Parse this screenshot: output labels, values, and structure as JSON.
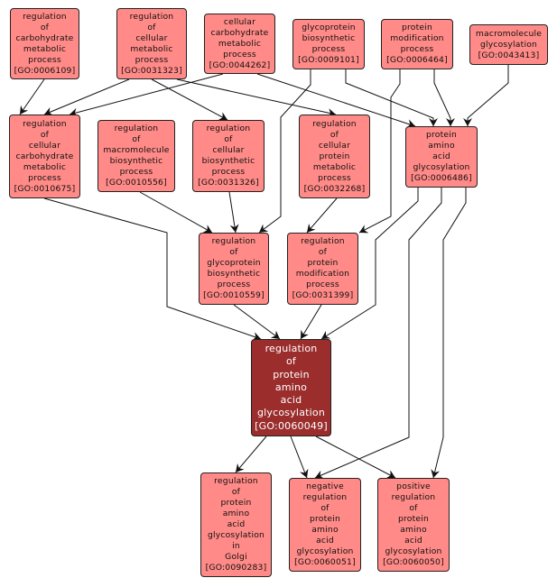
{
  "graph": {
    "title": "GO term ancestry graph",
    "focus_term": "GO:0060049",
    "colors": {
      "node_fill": "#ff8a87",
      "focus_fill": "#9b2d2d",
      "node_border": "#222222",
      "edge": "#111111"
    },
    "nodes": [
      {
        "id": "GO:0006109",
        "lines": [
          "regulation",
          "of",
          "carbohydrate",
          "metabolic",
          "process",
          "[GO:0006109]"
        ]
      },
      {
        "id": "GO:0031323",
        "lines": [
          "regulation",
          "of",
          "cellular",
          "metabolic",
          "process",
          "[GO:0031323]"
        ]
      },
      {
        "id": "GO:0044262",
        "lines": [
          "cellular",
          "carbohydrate",
          "metabolic",
          "process",
          "[GO:0044262]"
        ]
      },
      {
        "id": "GO:0009101",
        "lines": [
          "glycoprotein",
          "biosynthetic",
          "process",
          "[GO:0009101]"
        ]
      },
      {
        "id": "GO:0006464",
        "lines": [
          "protein",
          "modification",
          "process",
          "[GO:0006464]"
        ]
      },
      {
        "id": "GO:0043413",
        "lines": [
          "macromolecule",
          "glycosylation",
          "[GO:0043413]"
        ]
      },
      {
        "id": "GO:0010675",
        "lines": [
          "regulation",
          "of",
          "cellular",
          "carbohydrate",
          "metabolic",
          "process",
          "[GO:0010675]"
        ]
      },
      {
        "id": "GO:0010556",
        "lines": [
          "regulation",
          "of",
          "macromolecule",
          "biosynthetic",
          "process",
          "[GO:0010556]"
        ]
      },
      {
        "id": "GO:0031326",
        "lines": [
          "regulation",
          "of",
          "cellular",
          "biosynthetic",
          "process",
          "[GO:0031326]"
        ]
      },
      {
        "id": "GO:0032268",
        "lines": [
          "regulation",
          "of",
          "cellular",
          "protein",
          "metabolic",
          "process",
          "[GO:0032268]"
        ]
      },
      {
        "id": "GO:0006486",
        "lines": [
          "protein",
          "amino",
          "acid",
          "glycosylation",
          "[GO:0006486]"
        ]
      },
      {
        "id": "GO:0010559",
        "lines": [
          "regulation",
          "of",
          "glycoprotein",
          "biosynthetic",
          "process",
          "[GO:0010559]"
        ]
      },
      {
        "id": "GO:0031399",
        "lines": [
          "regulation",
          "of",
          "protein",
          "modification",
          "process",
          "[GO:0031399]"
        ]
      },
      {
        "id": "GO:0060049",
        "lines": [
          "regulation",
          "of",
          "protein",
          "amino",
          "acid",
          "glycosylation",
          "[GO:0060049]"
        ],
        "focus": true
      },
      {
        "id": "GO:0090283",
        "lines": [
          "regulation",
          "of",
          "protein",
          "amino",
          "acid",
          "glycosylation",
          "in",
          "Golgi",
          "[GO:0090283]"
        ]
      },
      {
        "id": "GO:0060051",
        "lines": [
          "negative",
          "regulation",
          "of",
          "protein",
          "amino",
          "acid",
          "glycosylation",
          "[GO:0060051]"
        ]
      },
      {
        "id": "GO:0060050",
        "lines": [
          "positive",
          "regulation",
          "of",
          "protein",
          "amino",
          "acid",
          "glycosylation",
          "[GO:0060050]"
        ]
      }
    ],
    "edges": [
      {
        "from": "GO:0006109",
        "to": "GO:0010675"
      },
      {
        "from": "GO:0031323",
        "to": "GO:0010675"
      },
      {
        "from": "GO:0044262",
        "to": "GO:0010675"
      },
      {
        "from": "GO:0031323",
        "to": "GO:0031326"
      },
      {
        "from": "GO:0031323",
        "to": "GO:0032268"
      },
      {
        "from": "GO:0044262",
        "to": "GO:0006486"
      },
      {
        "from": "GO:0009101",
        "to": "GO:0010559"
      },
      {
        "from": "GO:0009101",
        "to": "GO:0006486"
      },
      {
        "from": "GO:0006464",
        "to": "GO:0031399"
      },
      {
        "from": "GO:0006464",
        "to": "GO:0006486"
      },
      {
        "from": "GO:0043413",
        "to": "GO:0006486"
      },
      {
        "from": "GO:0010556",
        "to": "GO:0010559"
      },
      {
        "from": "GO:0031326",
        "to": "GO:0010559"
      },
      {
        "from": "GO:0032268",
        "to": "GO:0031399"
      },
      {
        "from": "GO:0010675",
        "to": "GO:0060049"
      },
      {
        "from": "GO:0010559",
        "to": "GO:0060049"
      },
      {
        "from": "GO:0031399",
        "to": "GO:0060049"
      },
      {
        "from": "GO:0006486",
        "to": "GO:0060049"
      },
      {
        "from": "GO:0006486",
        "to": "GO:0060051"
      },
      {
        "from": "GO:0006486",
        "to": "GO:0060050"
      },
      {
        "from": "GO:0060049",
        "to": "GO:0090283"
      },
      {
        "from": "GO:0060049",
        "to": "GO:0060051"
      },
      {
        "from": "GO:0060049",
        "to": "GO:0060050"
      }
    ]
  }
}
